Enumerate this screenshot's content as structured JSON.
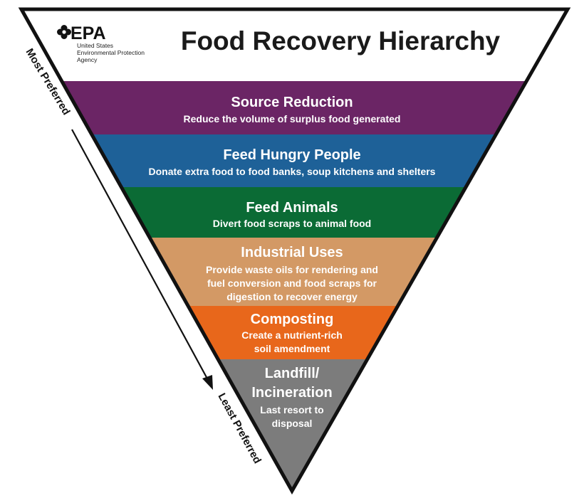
{
  "header": {
    "title": "Food Recovery Hierarchy",
    "logo": {
      "wordmark": "EPA",
      "agency_lines": [
        "United States",
        "Environmental Protection",
        "Agency"
      ],
      "icon": "epa-flower-icon"
    }
  },
  "axis": {
    "top_label": "Most Preferred",
    "bottom_label": "Least Preferred",
    "arrow_icon": "arrow-down-icon"
  },
  "tiers": [
    {
      "title": [
        "Source Reduction"
      ],
      "description": [
        "Reduce the volume of surplus food generated"
      ],
      "color": "#6b2565"
    },
    {
      "title": [
        "Feed Hungry People"
      ],
      "description": [
        "Donate extra food to food banks, soup kitchens and shelters"
      ],
      "color": "#1e6198"
    },
    {
      "title": [
        "Feed Animals"
      ],
      "description": [
        "Divert food scraps to animal food"
      ],
      "color": "#0b6b35"
    },
    {
      "title": [
        "Industrial Uses"
      ],
      "description": [
        "Provide waste oils for rendering and",
        "fuel conversion and food scraps for",
        "digestion to recover energy"
      ],
      "color": "#d39965"
    },
    {
      "title": [
        "Composting"
      ],
      "description": [
        "Create a nutrient-rich",
        "soil amendment"
      ],
      "color": "#e8671b"
    },
    {
      "title": [
        "Landfill/",
        "Incineration"
      ],
      "description": [
        "Last resort to",
        "disposal"
      ],
      "color": "#7c7c7c"
    }
  ],
  "colors": {
    "outline": "#111111",
    "header_bg": "#ffffff"
  }
}
